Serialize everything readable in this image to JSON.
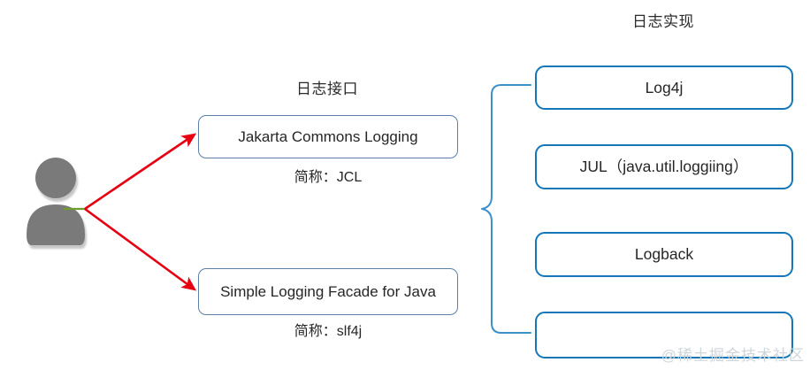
{
  "diagram": {
    "title_interface": "日志接口",
    "title_implementation": "日志实现",
    "actor": {
      "icon": "user-avatar-icon",
      "color": "#7a7a7a"
    },
    "colors": {
      "arrow_red": "#e60012",
      "connector_green": "#6f9e2e",
      "left_box_border": "#5b7fa6",
      "right_box_border": "#1577b8",
      "brace_blue": "#2d86c4",
      "text": "#262626",
      "watermark": "#cfd6da"
    },
    "interfaces": [
      {
        "label": "Jakarta Commons Logging",
        "alias": "简称：JCL"
      },
      {
        "label": "Simple Logging Facade for Java",
        "alias": "简称：slf4j"
      }
    ],
    "implementations": [
      {
        "label": "Log4j"
      },
      {
        "label": "JUL（java.util.loggiing）"
      },
      {
        "label": "Logback"
      },
      {
        "label": ""
      }
    ],
    "watermark": "@稀土掘金技术社区"
  }
}
